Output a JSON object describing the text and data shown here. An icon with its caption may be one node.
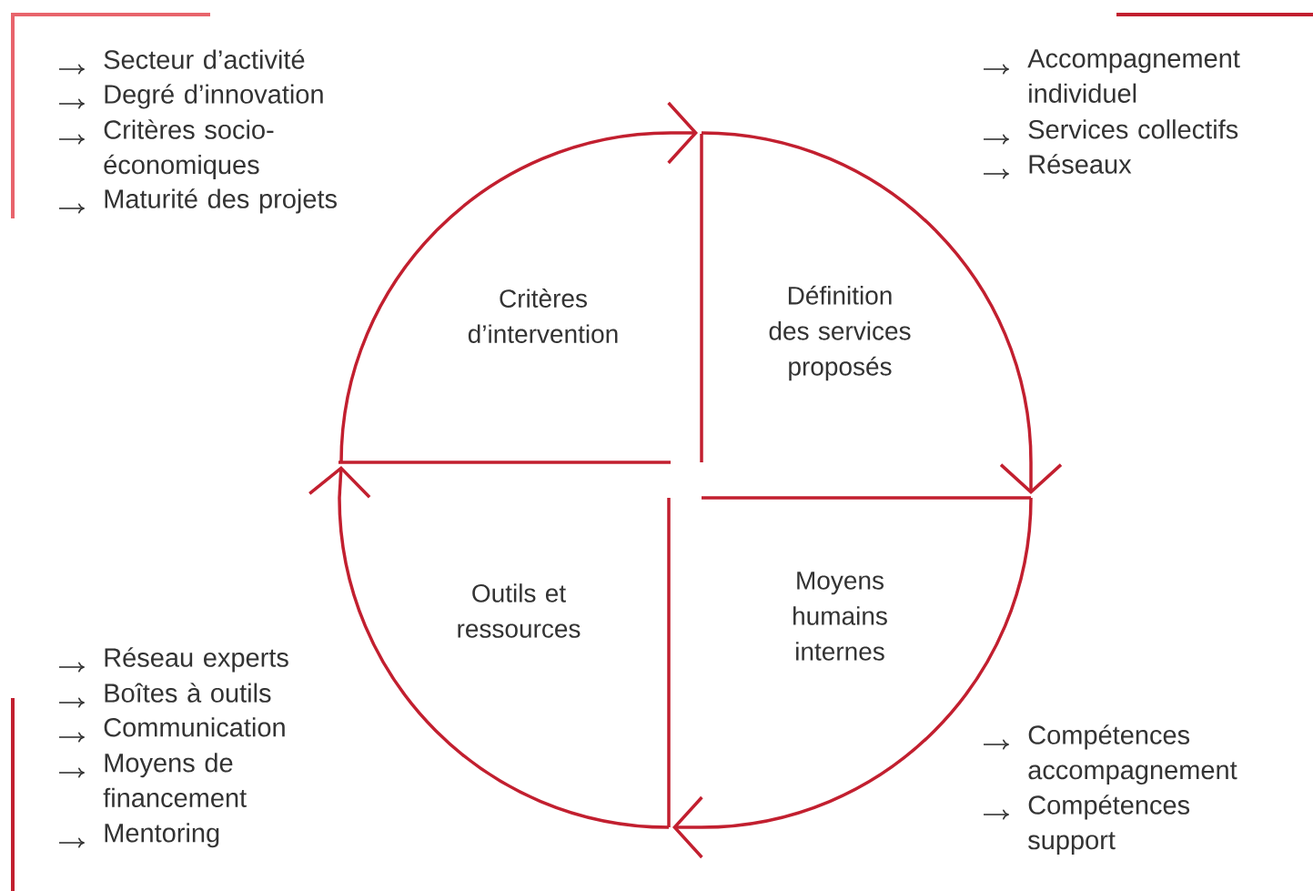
{
  "diagram": {
    "nodes": [
      {
        "text": [
          "Critères d’intervention"
        ]
      },
      {
        "text": [
          "Définition des services proposés"
        ]
      },
      {
        "text": [
          "Moyens humains internes"
        ]
      },
      {
        "text": [
          "Outils et ressources"
        ]
      }
    ],
    "edges": [
      {
        "from": 0,
        "to": 1,
        "arrow": "to"
      },
      {
        "from": 1,
        "to": 2,
        "arrow": "to"
      },
      {
        "from": 2,
        "to": 3,
        "arrow": "to"
      },
      {
        "from": 3,
        "to": 0,
        "arrow": "to"
      }
    ],
    "labels": [
      "Secteur d’activité",
      "Degré d’innovation",
      "Critères socio-économiques",
      "Maturité des projets",
      "Accompagnement individuel",
      "Services collectifs",
      "Réseaux",
      "Réseau experts",
      "Boîtes à outils",
      "Communication",
      "Moyens de financement",
      "Mentoring",
      "Compétences accompagnement",
      "Compétences support"
    ]
  }
}
